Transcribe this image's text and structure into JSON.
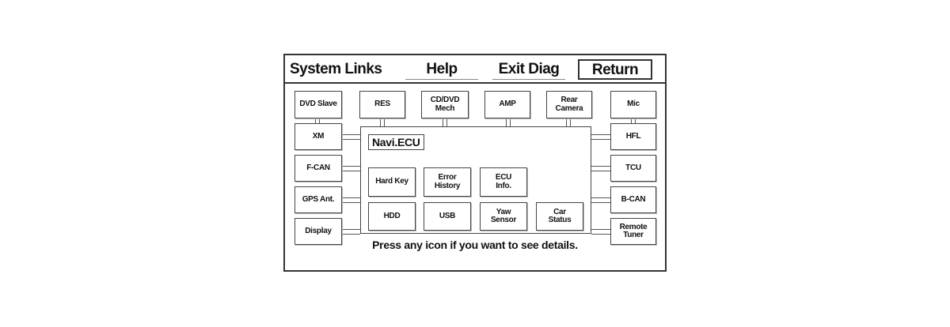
{
  "header": {
    "title": "System Links",
    "help_label": "Help",
    "exit_label": "Exit Diag",
    "return_label": "Return"
  },
  "top_modules": [
    "DVD Slave",
    "RES",
    "CD/DVD\nMech",
    "AMP",
    "Rear\nCamera",
    "Mic"
  ],
  "left_modules": [
    "XM",
    "F-CAN",
    "GPS Ant.",
    "Display"
  ],
  "right_modules": [
    "HFL",
    "TCU",
    "B-CAN",
    "Remote\nTuner"
  ],
  "ecu": {
    "title": "Navi.ECU",
    "row1": [
      "Hard Key",
      "Error\nHistory",
      "ECU\nInfo."
    ],
    "row2": [
      "HDD",
      "USB",
      "Yaw\nSensor",
      "Car\nStatus"
    ]
  },
  "footer_text": "Press any icon if you want to see details."
}
